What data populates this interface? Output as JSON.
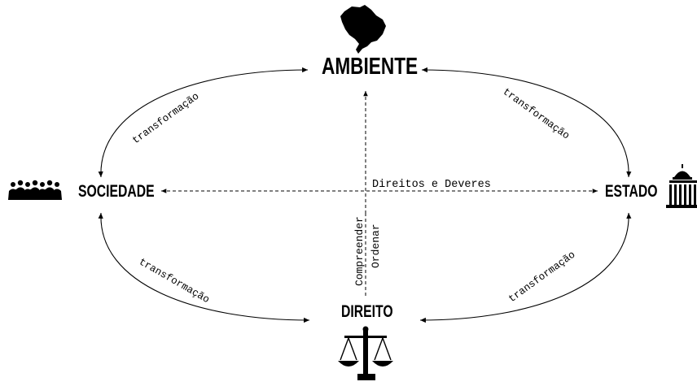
{
  "nodes": {
    "ambiente": {
      "label": "AMBIENTE",
      "icon": "brazil-map-icon"
    },
    "sociedade": {
      "label": "SOCIEDADE",
      "icon": "people-crowd-icon"
    },
    "estado": {
      "label": "ESTADO",
      "icon": "capitol-building-icon"
    },
    "direito": {
      "label": "DIREITO",
      "icon": "scales-of-justice-icon"
    }
  },
  "edges": {
    "ambiente_sociedade": "transformação",
    "ambiente_estado": "transformação",
    "sociedade_direito": "transformação",
    "estado_direito": "transformação",
    "horizontal": "Direitos e Deveres",
    "vertical_line1": "Compreender",
    "vertical_line2": "Ordenar"
  }
}
